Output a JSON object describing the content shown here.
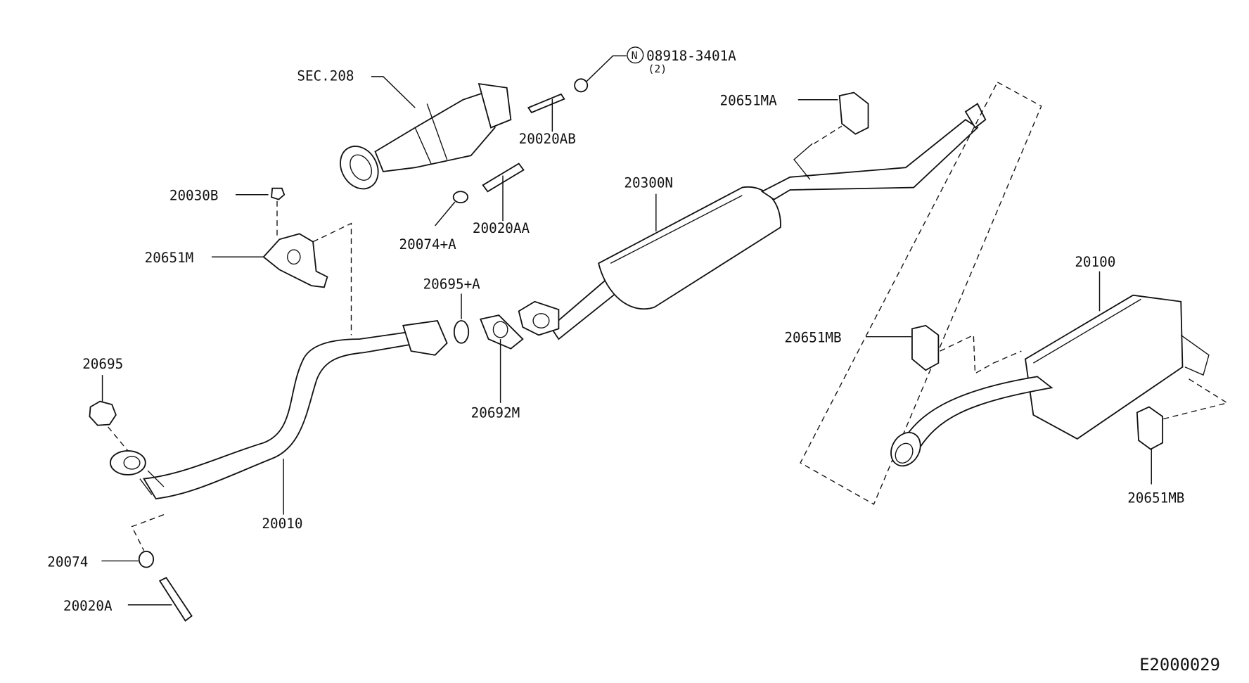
{
  "diagram": {
    "title_code": "E2000029",
    "labels": {
      "sec208": "SEC.208",
      "n_part": "08918-3401A",
      "n_symbol": "N",
      "n_qty": "(2)",
      "p20020AB": "20020AB",
      "p20651MA": "20651MA",
      "p20030B": "20030B",
      "p20651M": "20651M",
      "p20074A": "20074+A",
      "p20020AA": "20020AA",
      "p20300N": "20300N",
      "p20695A": "20695+A",
      "p20692M": "20692M",
      "p20695": "20695",
      "p20010": "20010",
      "p20074": "20074",
      "p20020A": "20020A",
      "p20100": "20100",
      "p20651MB_top": "20651MB",
      "p20651MB_bottom": "20651MB"
    }
  }
}
